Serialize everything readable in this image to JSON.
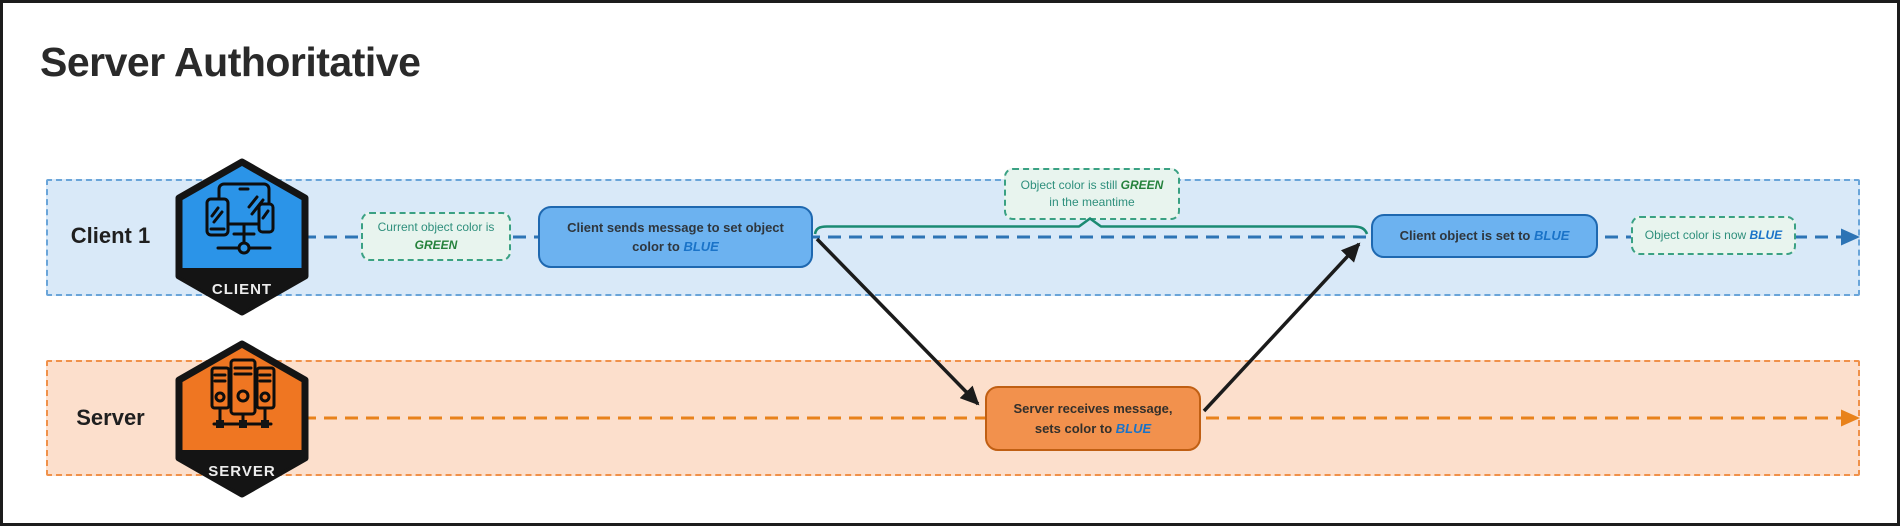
{
  "title": "Server Authoritative",
  "lanes": {
    "client": {
      "label": "Client 1",
      "badge": "CLIENT"
    },
    "server": {
      "label": "Server",
      "badge": "SERVER"
    }
  },
  "boxes": {
    "current_green": {
      "text": "Current object color is",
      "highlight": "GREEN"
    },
    "client_sends": {
      "text": "Client sends message to set object color to ",
      "highlight": "BLUE"
    },
    "still_green": {
      "text": "Object color is still ",
      "highlight": "GREEN",
      "text2": "in the meantime"
    },
    "client_set": {
      "text": "Client object is set to ",
      "highlight": "BLUE"
    },
    "now_blue": {
      "text": "Object color is now ",
      "highlight": "BLUE"
    },
    "server_receives": {
      "text": "Server receives message,",
      "text2": "sets color to ",
      "highlight": "BLUE"
    }
  },
  "colors": {
    "client_accent": "#2b94e8",
    "server_accent": "#ef7622",
    "client_lane_fill": "#d9e9f8",
    "server_lane_fill": "#fcdfcc",
    "client_timeline": "#2d74b5",
    "server_timeline": "#e8821b",
    "note_teal": "#2e8f7c",
    "green_highlight": "#26823c",
    "blue_highlight": "#1a73c8",
    "brace_teal": "#1a8a72",
    "arrow_black": "#1b1b1b"
  }
}
